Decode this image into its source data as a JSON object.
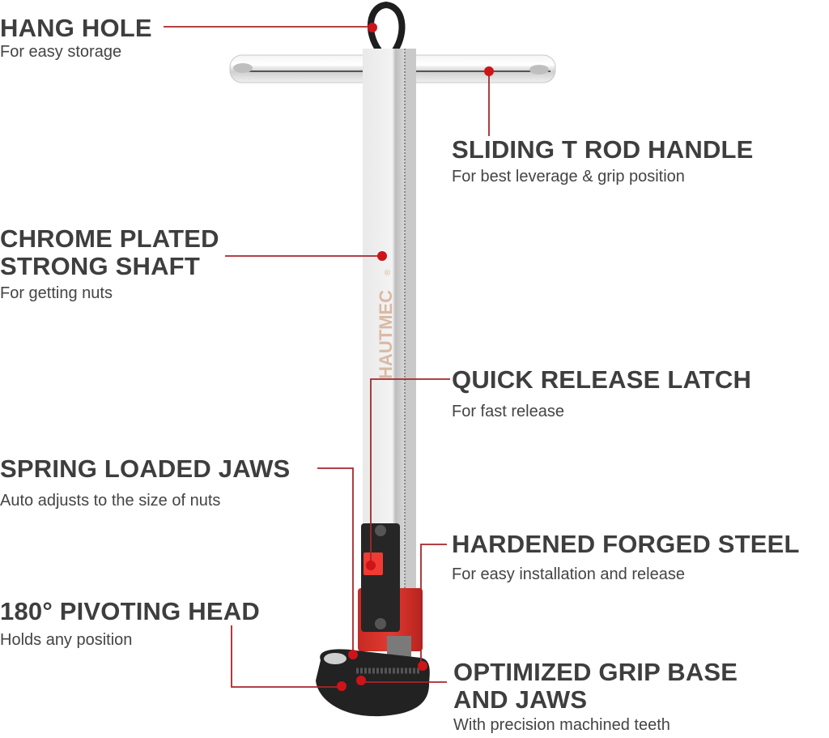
{
  "brand": {
    "logo_text": "HAUTMEC",
    "registered_mark": "®"
  },
  "colors": {
    "accent": "#c8161d",
    "leader_line": "#a52a2a",
    "heading": "#3e3e3e",
    "rubber": "#1f1f1f",
    "red_housing": "#d9302a",
    "chrome": "#e6e6e6"
  },
  "callouts": [
    {
      "id": "hang-hole",
      "title": "HANG HOLE",
      "subtitle": "For easy storage"
    },
    {
      "id": "sliding-t-rod-handle",
      "title": "SLIDING T ROD HANDLE",
      "subtitle": "For best leverage & grip position"
    },
    {
      "id": "chrome-plated-shaft",
      "title_line1": "CHROME PLATED",
      "title_line2": "STRONG SHAFT",
      "subtitle": "For getting nuts"
    },
    {
      "id": "quick-release-latch",
      "title": "QUICK RELEASE LATCH",
      "subtitle": "For fast release"
    },
    {
      "id": "spring-loaded-jaws",
      "title": "SPRING LOADED JAWS",
      "subtitle": "Auto adjusts to the size of nuts"
    },
    {
      "id": "hardened-forged-steel",
      "title": "HARDENED FORGED STEEL",
      "subtitle": "For easy installation and release"
    },
    {
      "id": "pivoting-head",
      "title": "180° PIVOTING HEAD",
      "subtitle": "Holds any position"
    },
    {
      "id": "optimized-grip-base",
      "title_line1": "OPTIMIZED GRIP BASE",
      "title_line2": "AND JAWS",
      "subtitle": "With precision machined teeth"
    }
  ]
}
